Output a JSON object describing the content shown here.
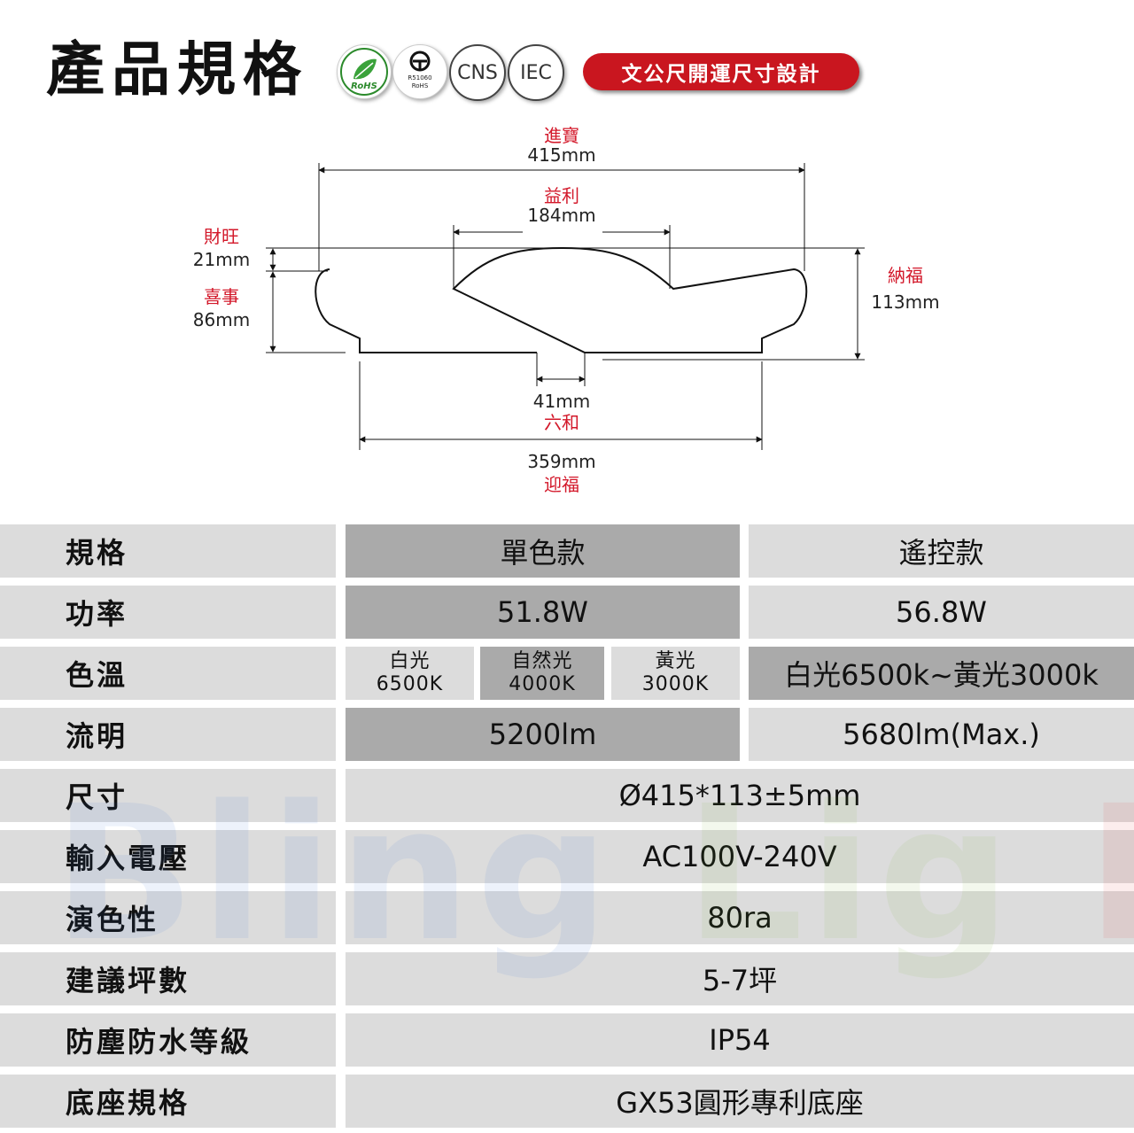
{
  "header": {
    "title": "產品規格",
    "badge": "文公尺開運尺寸設計",
    "certs": {
      "rohs": "RoHS",
      "bsmi_code": "R51060",
      "bsmi_rohs": "RoHS",
      "cns": "CNS",
      "iec": "IEC"
    }
  },
  "diagram": {
    "top_width_label": "進寶",
    "top_width_value": "415mm",
    "dome_width_label": "益利",
    "dome_width_value": "184mm",
    "top_gap_label": "財旺",
    "top_gap_value": "21mm",
    "body_height_label": "喜事",
    "body_height_value": "86mm",
    "total_height_label": "納福",
    "total_height_value": "113mm",
    "notch_value": "41mm",
    "notch_label": "六和",
    "base_width_value": "359mm",
    "base_width_label": "迎福"
  },
  "table": {
    "rows": [
      {
        "label": "規格",
        "mono": "單色款",
        "remote": "遙控款"
      },
      {
        "label": "功率",
        "mono": "51.8W",
        "remote": "56.8W"
      },
      {
        "label": "色溫",
        "sub": [
          {
            "name": "白光",
            "temp": "6500K"
          },
          {
            "name": "自然光",
            "temp": "4000K"
          },
          {
            "name": "黃光",
            "temp": "3000K"
          }
        ],
        "remote": "白光6500k~黃光3000k"
      },
      {
        "label": "流明",
        "mono": "5200lm",
        "remote": "5680lm(Max.)"
      },
      {
        "label": "尺寸",
        "value": "Ø415*113±5mm"
      },
      {
        "label": "輸入電壓",
        "value": "AC100V-240V"
      },
      {
        "label": "演色性",
        "value": "80ra"
      },
      {
        "label": "建議坪數",
        "value": "5-7坪"
      },
      {
        "label": "防塵防水等級",
        "value": "IP54"
      },
      {
        "label": "底座規格",
        "value": "GX53圓形專利底座"
      }
    ]
  },
  "watermark": {
    "part1": "Bling",
    "part2": "Lig",
    "part3": "LED"
  },
  "colors": {
    "accent_red": "#c9161f",
    "label_gray": "#dcdcdc",
    "dark_gray": "#aaaaaa"
  }
}
